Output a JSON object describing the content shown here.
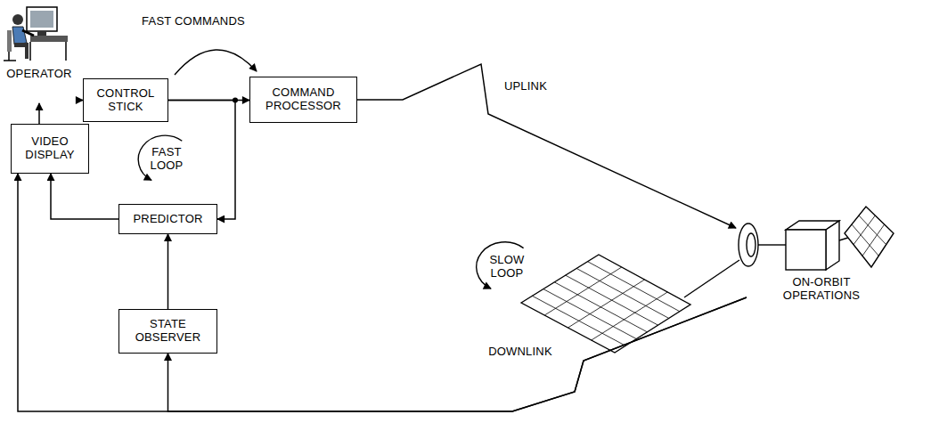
{
  "diagram": {
    "nodes": [
      {
        "text": [
          "OPERATOR"
        ]
      },
      {
        "text": [
          "CONTROL STICK"
        ]
      },
      {
        "text": [
          "COMMAND PROCESSOR"
        ]
      },
      {
        "text": [
          "VIDEO DISPLAY"
        ]
      },
      {
        "text": [
          "PREDICTOR"
        ]
      },
      {
        "text": [
          "STATE OBSERVER"
        ]
      },
      {
        "text": [
          "ON-ORBIT OPERATIONS"
        ]
      }
    ],
    "edges": [
      {
        "from": 0,
        "to": 1,
        "arrow": "to"
      },
      {
        "from": 1,
        "to": 2,
        "arrow": "to"
      },
      {
        "from": 1,
        "to": 4,
        "arrow": "to"
      },
      {
        "from": 2,
        "to": 6,
        "label": "UPLINK",
        "arrow": "to"
      },
      {
        "from": 6,
        "to": 3,
        "label": "DOWNLINK",
        "arrow": "to"
      },
      {
        "from": 6,
        "to": 5,
        "arrow": "to"
      },
      {
        "from": 5,
        "to": 4,
        "arrow": "to"
      },
      {
        "from": 4,
        "to": 3,
        "arrow": "to"
      },
      {
        "from": 3,
        "to": 0,
        "arrow": "to"
      }
    ],
    "labels": [
      "FAST COMMANDS",
      "FAST LOOP",
      "SLOW LOOP"
    ]
  }
}
